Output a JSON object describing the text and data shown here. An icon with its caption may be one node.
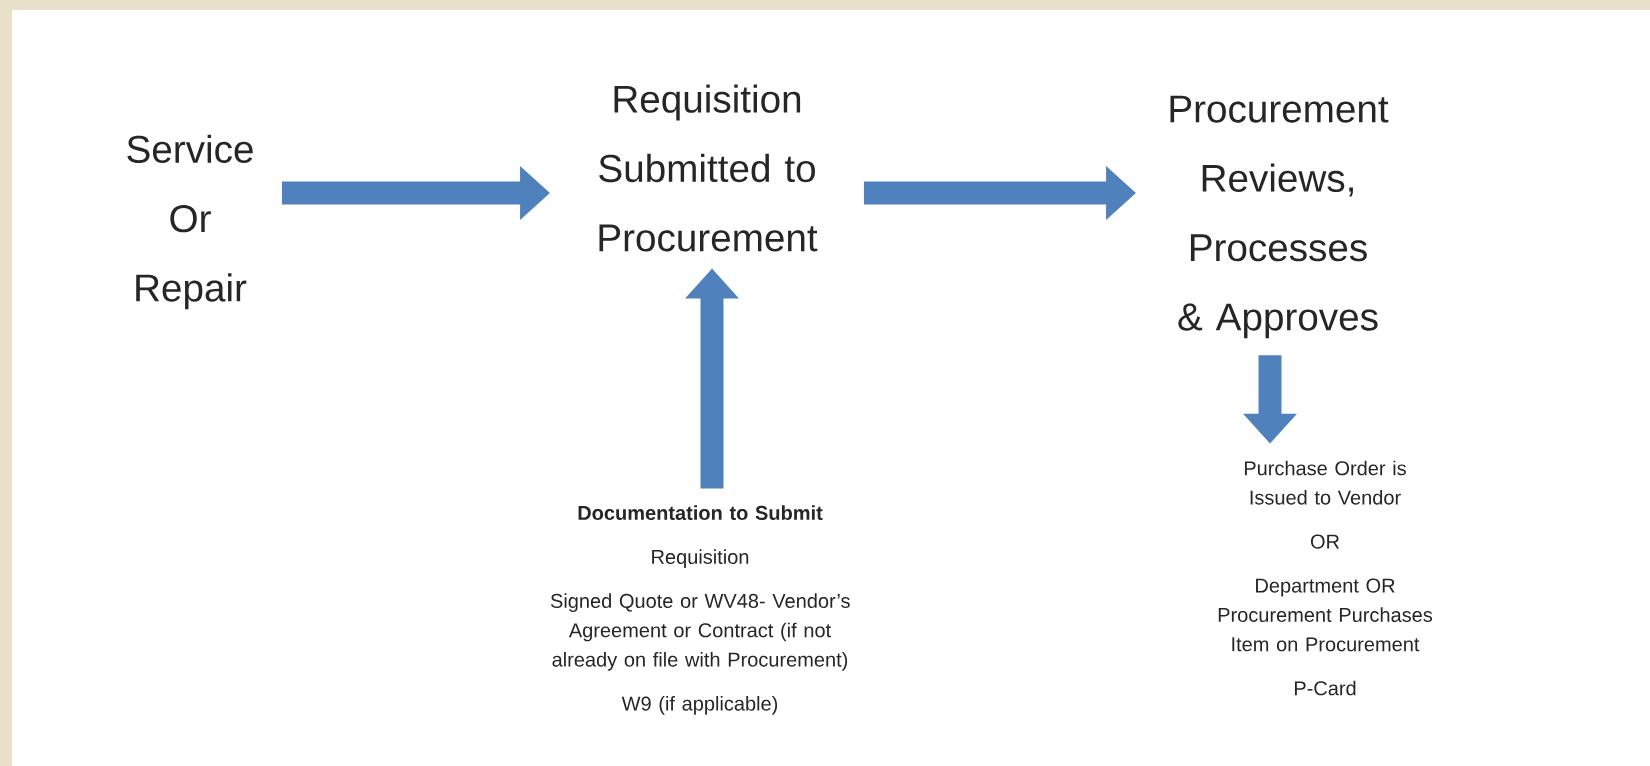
{
  "diagram": {
    "nodes": [
      {
        "text": [
          "Service Or Repair"
        ]
      },
      {
        "text": [
          "Requisition Submitted to Procurement"
        ]
      },
      {
        "text": [
          "Procurement Reviews, Processes & Approves"
        ]
      },
      {
        "text": [
          "Documentation to Submit",
          "Requisition",
          "Signed Quote or WV48- Vendor’s Agreement or Contract (if not already on file with Procurement)",
          "W9 (if applicable)"
        ]
      },
      {
        "text": [
          "Purchase Order is Issued to Vendor",
          "OR",
          "Department OR Procurement Purchases Item on Procurement",
          "P-Card"
        ]
      }
    ],
    "edges": [
      {
        "from": 0,
        "to": 1,
        "arrow": "to"
      },
      {
        "from": 1,
        "to": 2,
        "arrow": "to"
      },
      {
        "from": 3,
        "to": 1,
        "arrow": "to"
      },
      {
        "from": 2,
        "to": 4,
        "arrow": "to"
      }
    ]
  }
}
